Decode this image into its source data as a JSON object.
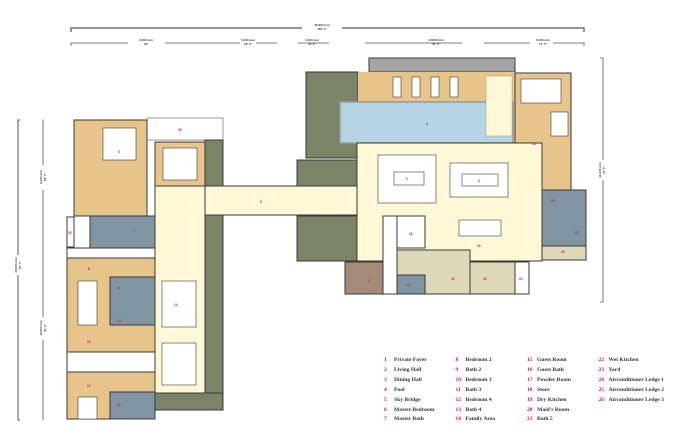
{
  "colors": {
    "wall": "#3a3a3a",
    "bedroom": "#e6c48a",
    "bath": "#7f95a3",
    "living": "#fff8d6",
    "garden": "#7c8468",
    "pool": "#b5d5e5",
    "foyer": "#a58a7a",
    "kitchen": "#ddd8b8",
    "ledge": "#ffffff",
    "marker": "#e6007e"
  },
  "dimensions": {
    "overall_width": {
      "mm": "36,300 mm",
      "ft": "119' 1\""
    },
    "top_segments": [
      {
        "mm": "9,000 mm",
        "ft": "30'"
      },
      {
        "mm": "5,400 mm",
        "ft": "18' 2\""
      },
      {
        "mm": "3,400 mm",
        "ft": "11' 2\""
      },
      {
        "mm": "10,800 mm",
        "ft": "35' 5\""
      },
      {
        "mm": "5,400 mm",
        "ft": "17' 7\""
      }
    ],
    "right_height": {
      "mm": "11,400 mm",
      "ft": "37' 5\""
    },
    "left_overall": {
      "mm": "20,600 mm",
      "ft": "67' 7\""
    },
    "left_segments": [
      {
        "mm": "8,100 mm",
        "ft": "26' 7\""
      },
      {
        "mm": "12,600 mm",
        "ft": "41' 4\""
      }
    ]
  },
  "legend": {
    "items": [
      {
        "num": "1",
        "label": "Private Foyer"
      },
      {
        "num": "2",
        "label": "Living Hall"
      },
      {
        "num": "3",
        "label": "Dining Hall"
      },
      {
        "num": "4",
        "label": "Pool"
      },
      {
        "num": "5",
        "label": "Sky Bridge"
      },
      {
        "num": "6",
        "label": "Master Bedroom"
      },
      {
        "num": "7",
        "label": "Master Bath"
      },
      {
        "num": "8",
        "label": "Bedroom 2"
      },
      {
        "num": "9",
        "label": "Bath 2"
      },
      {
        "num": "10",
        "label": "Bedroom 3"
      },
      {
        "num": "11",
        "label": "Bath 3"
      },
      {
        "num": "12",
        "label": "Bedroom 4"
      },
      {
        "num": "13",
        "label": "Bath 4"
      },
      {
        "num": "14",
        "label": "Family Area"
      },
      {
        "num": "15",
        "label": "Guest Room"
      },
      {
        "num": "16",
        "label": "Guest Bath"
      },
      {
        "num": "17",
        "label": "Powder Room"
      },
      {
        "num": "18",
        "label": "Store"
      },
      {
        "num": "19",
        "label": "Dry Kitchen"
      },
      {
        "num": "20",
        "label": "Maid's Room"
      },
      {
        "num": "21",
        "label": "Bath 5"
      },
      {
        "num": "22",
        "label": "Wet Kitchen"
      },
      {
        "num": "23",
        "label": "Yard"
      },
      {
        "num": "24",
        "label": "Airconditioner Ledge 1"
      },
      {
        "num": "25",
        "label": "Airconditioner Ledge 2"
      },
      {
        "num": "26",
        "label": "Airconditioner Ledge 3"
      }
    ]
  }
}
